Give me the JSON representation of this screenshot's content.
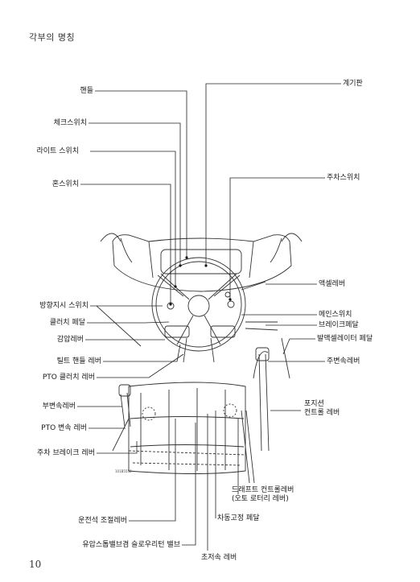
{
  "page": {
    "header": "각부의 명칭",
    "page_number": "10"
  },
  "figure_id": "101B5558",
  "labels": {
    "steering_wheel": "핸들",
    "check_switch": "체크스위치",
    "light_switch": "라이트 스위치",
    "horn_switch": "혼스위치",
    "turn_signal_switch": "방향지시 스위치",
    "clutch_pedal": "클러치 페달",
    "pressure_reduce_lever": "감압레버",
    "tilt_handle_lever": "틸트 핸들 레버",
    "pto_clutch_lever": "PTO 클러치 레버",
    "sub_shift_lever": "부변속레버",
    "pto_shift_lever": "PTO 변속 레버",
    "parking_brake_lever": "주차 브레이크 레버",
    "seat_adjust_lever": "운전석 조절레버",
    "hydraulic_valve": "유압스톱밸브겸 슬로우리턴 밸브",
    "creep_lever": "초저속 레버",
    "instrument_panel": "계기판",
    "parking_switch": "주차스위치",
    "accel_lever": "액셀레버",
    "main_switch": "메인스위치",
    "brake_pedal": "브레이크페달",
    "foot_accel_pedal": "발액셀레이터 페달",
    "main_shift_lever": "주변속레버",
    "position_control_lever_1": "포지션",
    "position_control_lever_2": "컨트롤 레버",
    "draft_control_lever_1": "드래프트 컨트롤레버",
    "draft_control_lever_2": "(오토 로터리 레버)",
    "diff_lock_pedal": "차동고정 페달"
  }
}
